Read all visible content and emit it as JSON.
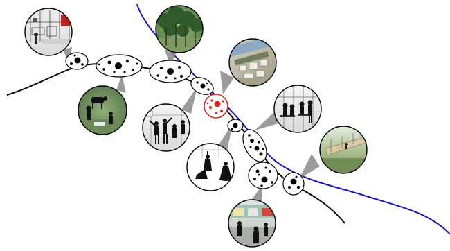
{
  "colors": {
    "route_line": "#000000",
    "river_line": "#1414d6",
    "node_fill": "#ffffff",
    "node_stroke": "#000000",
    "dot_fill": "#000000",
    "highlight": "#e8231e",
    "callout_fill": "#8a8a8a"
  },
  "vignettes": [
    {
      "id": "exhibition",
      "icon": "exhibition-scene-icon"
    },
    {
      "id": "forest",
      "icon": "forest-scene-icon"
    },
    {
      "id": "aerial",
      "icon": "aerial-view-icon"
    },
    {
      "id": "cafe",
      "icon": "cafe-scene-icon"
    },
    {
      "id": "deck",
      "icon": "deck-landscape-icon"
    },
    {
      "id": "grazing",
      "icon": "grazing-field-icon"
    },
    {
      "id": "dance",
      "icon": "dance-scene-icon"
    },
    {
      "id": "yoga",
      "icon": "yoga-scene-icon"
    },
    {
      "id": "market",
      "icon": "market-scene-icon"
    }
  ]
}
